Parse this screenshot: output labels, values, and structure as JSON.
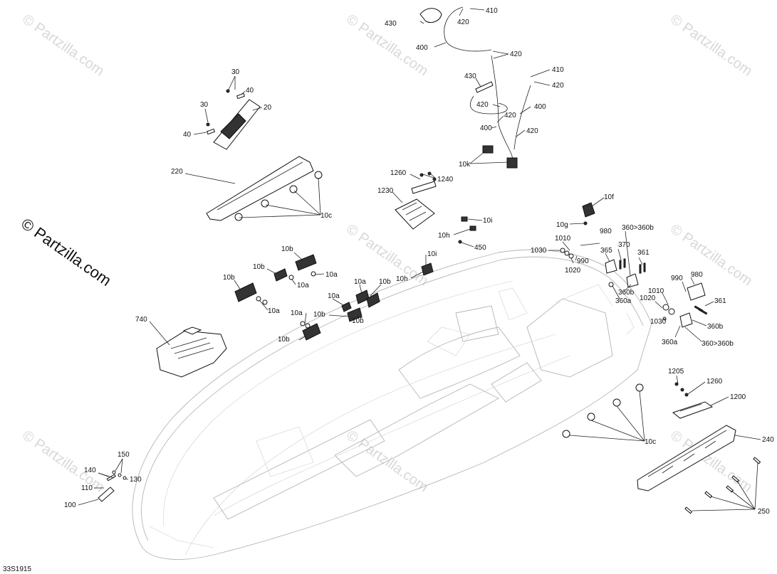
{
  "watermark": "© Partzilla.com",
  "diagram_code": "33S1915",
  "callouts": {
    "c30a": "30",
    "c40a": "40",
    "c30b": "30",
    "c20": "20",
    "c40b": "40",
    "c220": "220",
    "c10c_a": "10c",
    "c430a": "430",
    "c420a": "420",
    "c410a": "410",
    "c400a": "400",
    "c420b": "420",
    "c410b": "410",
    "c420c": "420",
    "c430b": "430",
    "c420d": "420",
    "c420e": "420",
    "c400b": "400",
    "c400c": "400",
    "c420f": "420",
    "c10k": "10k",
    "c1260a": "1260",
    "c1240": "1240",
    "c1230": "1230",
    "c10i_a": "10i",
    "c10h_a": "10h",
    "c450": "450",
    "c10f": "10f",
    "c10g": "10g",
    "c980a": "980",
    "c1010a": "1010",
    "c1030a": "1030",
    "c990a": "990",
    "c1020a": "1020",
    "c360a_top": "360>360b",
    "c370": "370",
    "c365": "365",
    "c361a": "361",
    "c360b_a": "360b",
    "c360a_a": "360a",
    "c990b": "990",
    "c980b": "980",
    "c1010b": "1010",
    "c1020b": "1020",
    "c361b": "361",
    "c1030b": "1030",
    "c360b_b": "360b",
    "c360a_b": "360a",
    "c360_bot": "360>360b",
    "c10b_a": "10b",
    "c10b_b": "10b",
    "c10a_a": "10a",
    "c10a_b": "10a",
    "c10b_c": "10b",
    "c10a_c": "10a",
    "c10i_b": "10i",
    "c10h_b": "10h",
    "c10a_d": "10a",
    "c10b_d": "10b",
    "c10a_e": "10a",
    "c10b_e": "10b",
    "c10a_f": "10a",
    "c10b_f": "10b",
    "c10b_g": "10b",
    "c740": "740",
    "c1205": "1205",
    "c1260b": "1260",
    "c1200": "1200",
    "c10c_b": "10c",
    "c240": "240",
    "c250": "250",
    "c150": "150",
    "c140": "140",
    "c130": "130",
    "c110": "110",
    "c100": "100"
  }
}
